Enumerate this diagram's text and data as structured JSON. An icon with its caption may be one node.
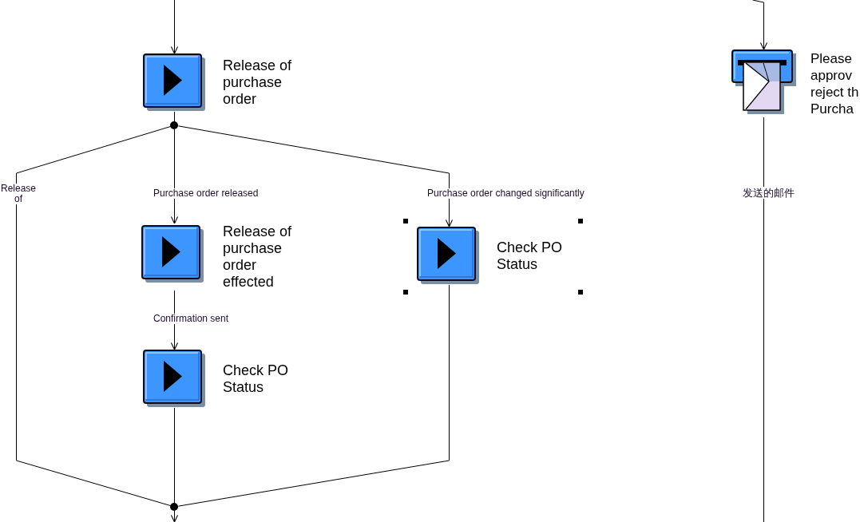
{
  "diagram": {
    "nodes": [
      {
        "text": [
          "Release of purchase order"
        ]
      },
      {
        "text": [
          "Please approv reject th Purcha"
        ]
      },
      {
        "text": [],
        "shape": "circle"
      },
      {
        "text": [
          "Release of purchase order effected"
        ]
      },
      {
        "text": [
          "Check PO Status"
        ]
      },
      {
        "text": [
          "Check PO Status"
        ]
      },
      {
        "text": [],
        "shape": "circle"
      }
    ],
    "edges": [
      {
        "from": null,
        "to": 0,
        "arrow": "to"
      },
      {
        "from": null,
        "to": 1,
        "arrow": "to"
      },
      {
        "from": 0,
        "to": 2,
        "arrow": "none"
      },
      {
        "from": 2,
        "to": 6,
        "arrow": "none",
        "label": "Release of"
      },
      {
        "from": 2,
        "to": 3,
        "arrow": "to",
        "label": "Purchase order released"
      },
      {
        "from": 2,
        "to": 4,
        "arrow": "to",
        "label": "Purchase order changed significantly"
      },
      {
        "from": 1,
        "to": null,
        "arrow": "none",
        "label": "发送的邮件"
      },
      {
        "from": 3,
        "to": 5,
        "arrow": "to",
        "label": "Confirmation sent"
      },
      {
        "from": 5,
        "to": 6,
        "arrow": "none"
      },
      {
        "from": 4,
        "to": 6,
        "arrow": "none"
      },
      {
        "from": 6,
        "to": null,
        "arrow": "to"
      }
    ]
  }
}
